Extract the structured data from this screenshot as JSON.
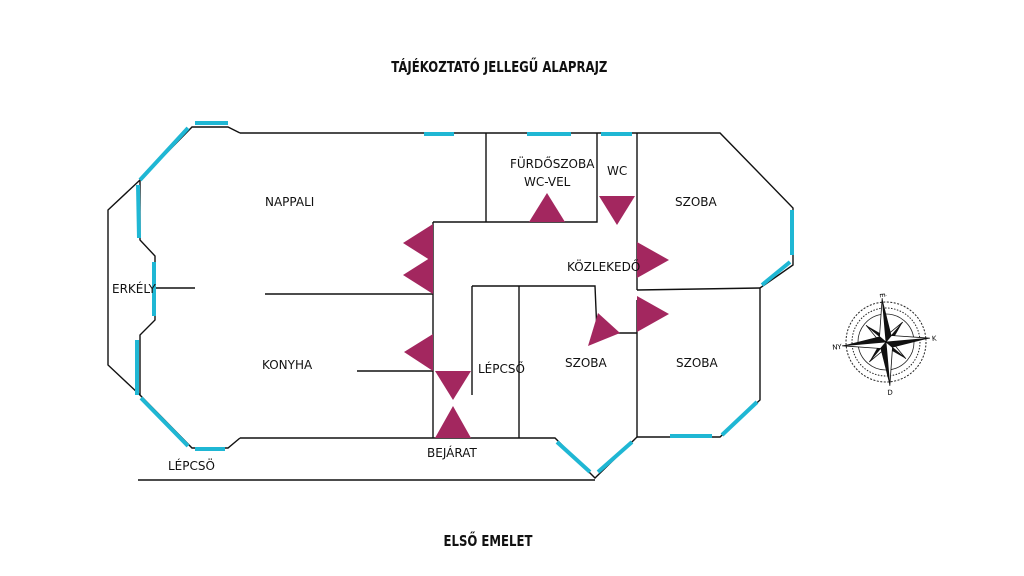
{
  "plan": {
    "title": "TÁJÉKOZTATÓ JELLEGŰ ALAPRAJZ",
    "floor": "ELSŐ EMELET",
    "colors": {
      "wall": "#111111",
      "window": "#1fb7d4",
      "door": "#a3275f"
    },
    "rooms": {
      "nappali": "NAPPALI",
      "erkely": "ERKÉLY",
      "konyha": "KONYHA",
      "furdoszoba_1": "FÜRDŐSZOBA",
      "furdoszoba_2": "WC-VEL",
      "wc": "WC",
      "szoba_ne": "SZOBA",
      "kozlekedo": "KÖZLEKEDŐ",
      "szoba_mid": "SZOBA",
      "szoba_se": "SZOBA",
      "lepcso_inner": "LÉPCSŐ",
      "bejarat": "BEJÁRAT",
      "lepcso_outer": "LÉPCSÖ"
    },
    "compass": {
      "north": "É",
      "south": "D",
      "east": "K",
      "west": "NY",
      "icon": "compass-rose-icon"
    }
  }
}
